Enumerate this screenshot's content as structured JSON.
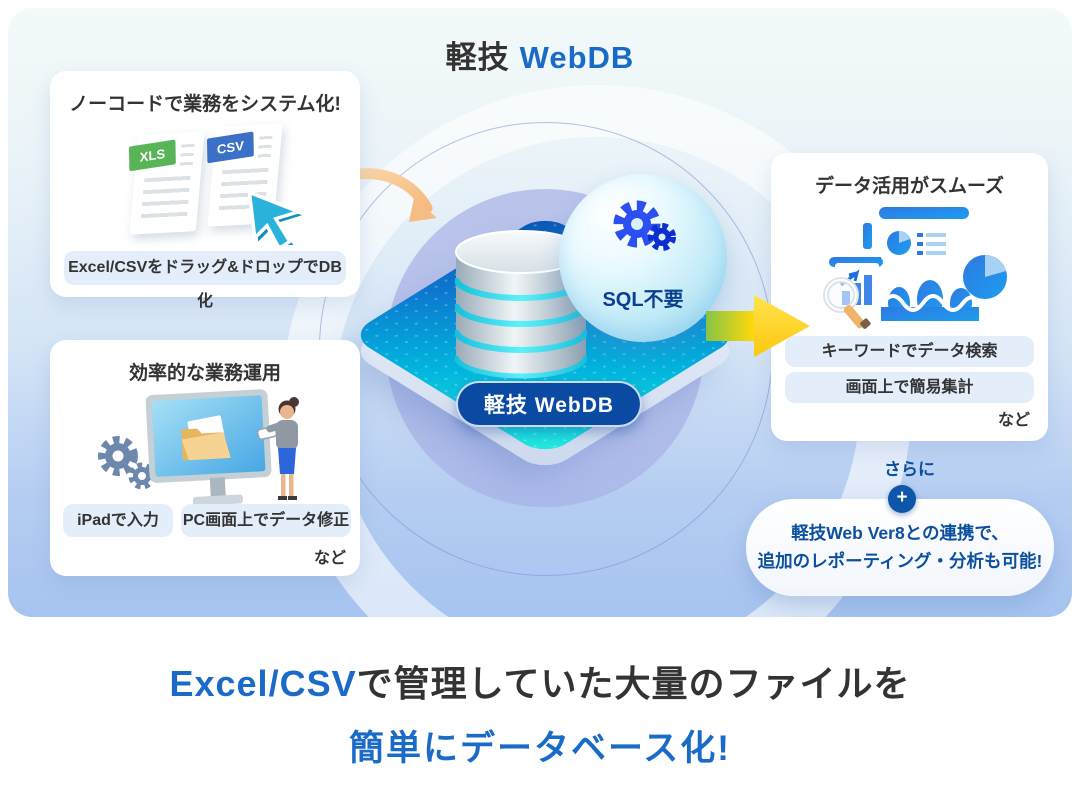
{
  "header": {
    "title_product": "軽技",
    "title_suffix": "WebDB"
  },
  "cards": {
    "no_code": {
      "title": "ノーコードで業務をシステム化!",
      "file_badges": [
        "XLS",
        "CSV"
      ],
      "caption": "Excel/CSVをドラッグ&ドロップでDB化"
    },
    "operation": {
      "title": "効率的な業務運用",
      "pills": [
        "iPadで入力",
        "PC画面上でデータ修正"
      ],
      "etc": "など"
    },
    "data_use": {
      "title": "データ活用がスムーズ",
      "pills": [
        "キーワードでデータ検索",
        "画面上で簡易集計"
      ],
      "etc": "など"
    }
  },
  "center": {
    "platform_badge": "軽技 WebDB",
    "bubble_caption": "SQL不要"
  },
  "addon": {
    "lead": "さらに",
    "plus_sign": "+",
    "text_line1": "軽技Web Ver8との連携で、",
    "text_line2": "追加のレポーティング・分析も可能!"
  },
  "footer": {
    "highlight": "Excel/CSV",
    "line1_rest": "で管理していた大量のファイルを",
    "line2": "簡単にデータベース化!"
  },
  "colors": {
    "accent_blue": "#1a6bc8",
    "deep_blue": "#0a4aa3",
    "navy_text": "#0b4f9e",
    "dark_text": "#333333",
    "panel_top": "#f3faf9",
    "panel_bottom": "#a6c4f0",
    "cyan_glow": "#22d3e8",
    "arrow_yellow": "#ffd400",
    "arrow_green": "#86c446",
    "arrow_orange": "#f5bd84",
    "xls_green": "#57b457",
    "csv_blue": "#3a70c8"
  }
}
